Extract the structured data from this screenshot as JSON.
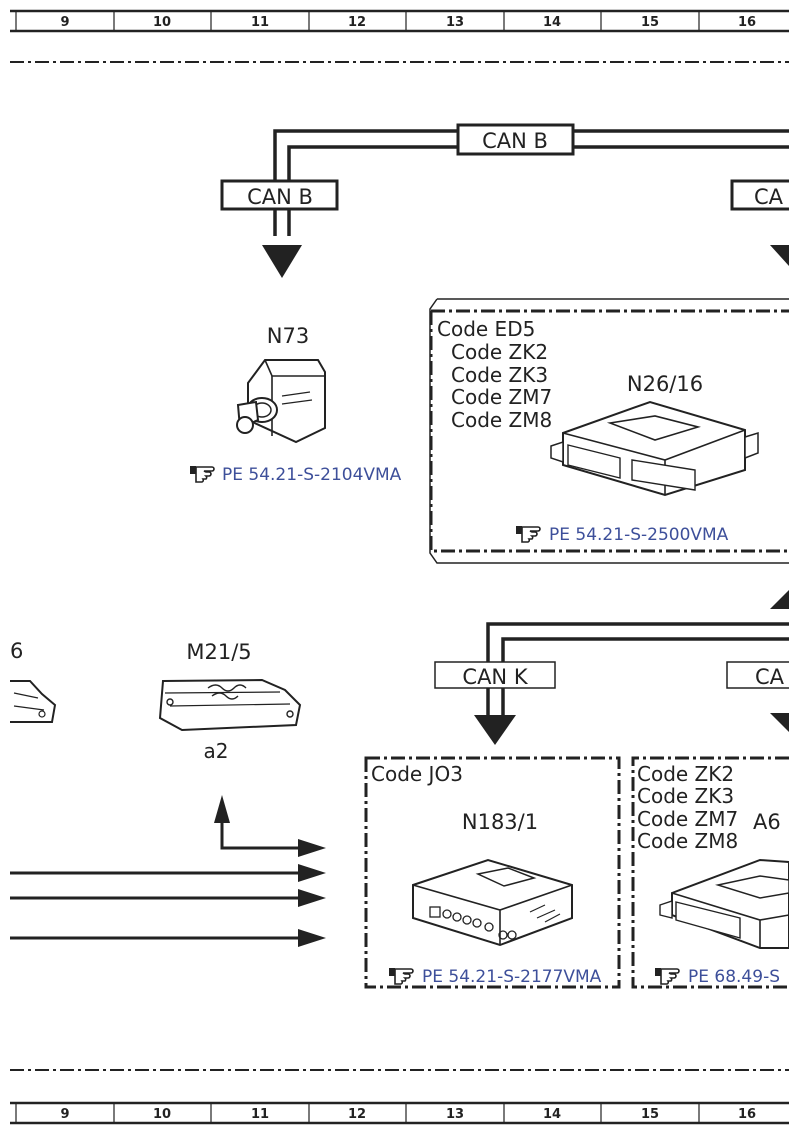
{
  "grid_numbers": [
    "9",
    "10",
    "11",
    "12",
    "13",
    "14",
    "15",
    "16"
  ],
  "buses": {
    "can_b_top": "CAN B",
    "can_b_left": "CAN B",
    "can_b_right_partial": "CA",
    "can_k": "CAN K",
    "can_k_right_partial": "CA"
  },
  "components": {
    "n73": {
      "name": "N73",
      "ref_icon": "pointing-hand-icon",
      "ref": "PE 54.21-S-2104VMA"
    },
    "n26_16": {
      "name": "N26/16",
      "codes": [
        "Code ED5",
        "Code ZK2",
        "Code ZK3",
        "Code ZM7",
        "Code ZM8"
      ],
      "ref_icon": "pointing-hand-icon",
      "ref": "PE 54.21-S-2500VMA"
    },
    "left_partial": {
      "name": "6"
    },
    "m21_5": {
      "name": "M21/5",
      "sub": "a2"
    },
    "n183_1": {
      "name": "N183/1",
      "codes": [
        "Code JO3"
      ],
      "ref_icon": "pointing-hand-icon",
      "ref": "PE 54.21-S-2177VMA"
    },
    "a6_partial": {
      "name": "A6",
      "codes": [
        "Code ZK2",
        "Code ZK3",
        "Code ZM7",
        "Code ZM8"
      ],
      "ref_icon": "pointing-hand-icon",
      "ref": "PE 68.49-S"
    }
  },
  "colors": {
    "line": "#222222",
    "reference_link": "#3d4f9a"
  }
}
